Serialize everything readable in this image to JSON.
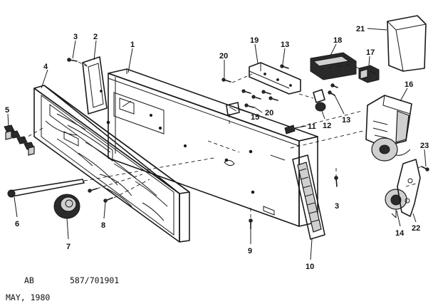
{
  "diagram": {
    "labels": {
      "p1": "1",
      "p2": "2",
      "p3a": "3",
      "p3b": "3",
      "p4": "4",
      "p5": "5",
      "p6": "6",
      "p7": "7",
      "p8": "8",
      "p9": "9",
      "p10": "10",
      "p11": "11",
      "p12": "12",
      "p13a": "13",
      "p13b": "13",
      "p14": "14",
      "p15": "15",
      "p16": "16",
      "p17": "17",
      "p18": "18",
      "p19": "19",
      "p20a": "20",
      "p20b": "20",
      "p21": "21",
      "p22": "22",
      "p23": "23"
    },
    "footer": {
      "model_prefix": "AB",
      "model_number": "587/701901",
      "date": "MAY, 1980"
    }
  }
}
